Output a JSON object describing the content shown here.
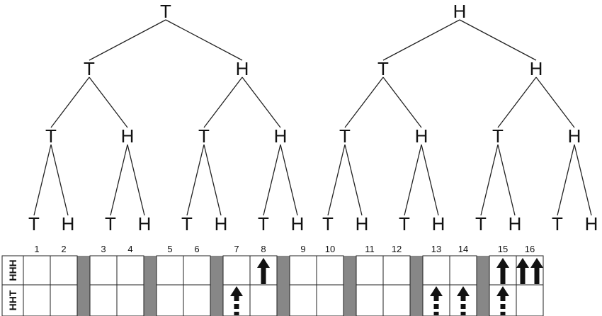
{
  "trees": [
    {
      "root": "T",
      "level1": [
        "T",
        "H"
      ],
      "level2": [
        "T",
        "H",
        "T",
        "H"
      ],
      "leaves": [
        "T",
        "H",
        "T",
        "H",
        "T",
        "H",
        "T",
        "H"
      ]
    },
    {
      "root": "H",
      "level1": [
        "T",
        "H"
      ],
      "level2": [
        "T",
        "H",
        "T",
        "H"
      ],
      "leaves": [
        "T",
        "H",
        "T",
        "H",
        "T",
        "H",
        "T",
        "H"
      ]
    }
  ],
  "grid": {
    "row_labels": [
      "HHH",
      "HHT"
    ],
    "columns": [
      "1",
      "2",
      "3",
      "4",
      "5",
      "6",
      "7",
      "8",
      "9",
      "10",
      "11",
      "12",
      "13",
      "14",
      "15",
      "16"
    ],
    "separator_color": "#878787",
    "markers": {
      "HHH": [
        0,
        0,
        0,
        0,
        0,
        0,
        0,
        1,
        0,
        0,
        0,
        0,
        0,
        0,
        1,
        2
      ],
      "HHT": [
        0,
        0,
        0,
        0,
        0,
        0,
        1,
        0,
        0,
        0,
        0,
        0,
        1,
        1,
        1,
        0
      ]
    }
  }
}
